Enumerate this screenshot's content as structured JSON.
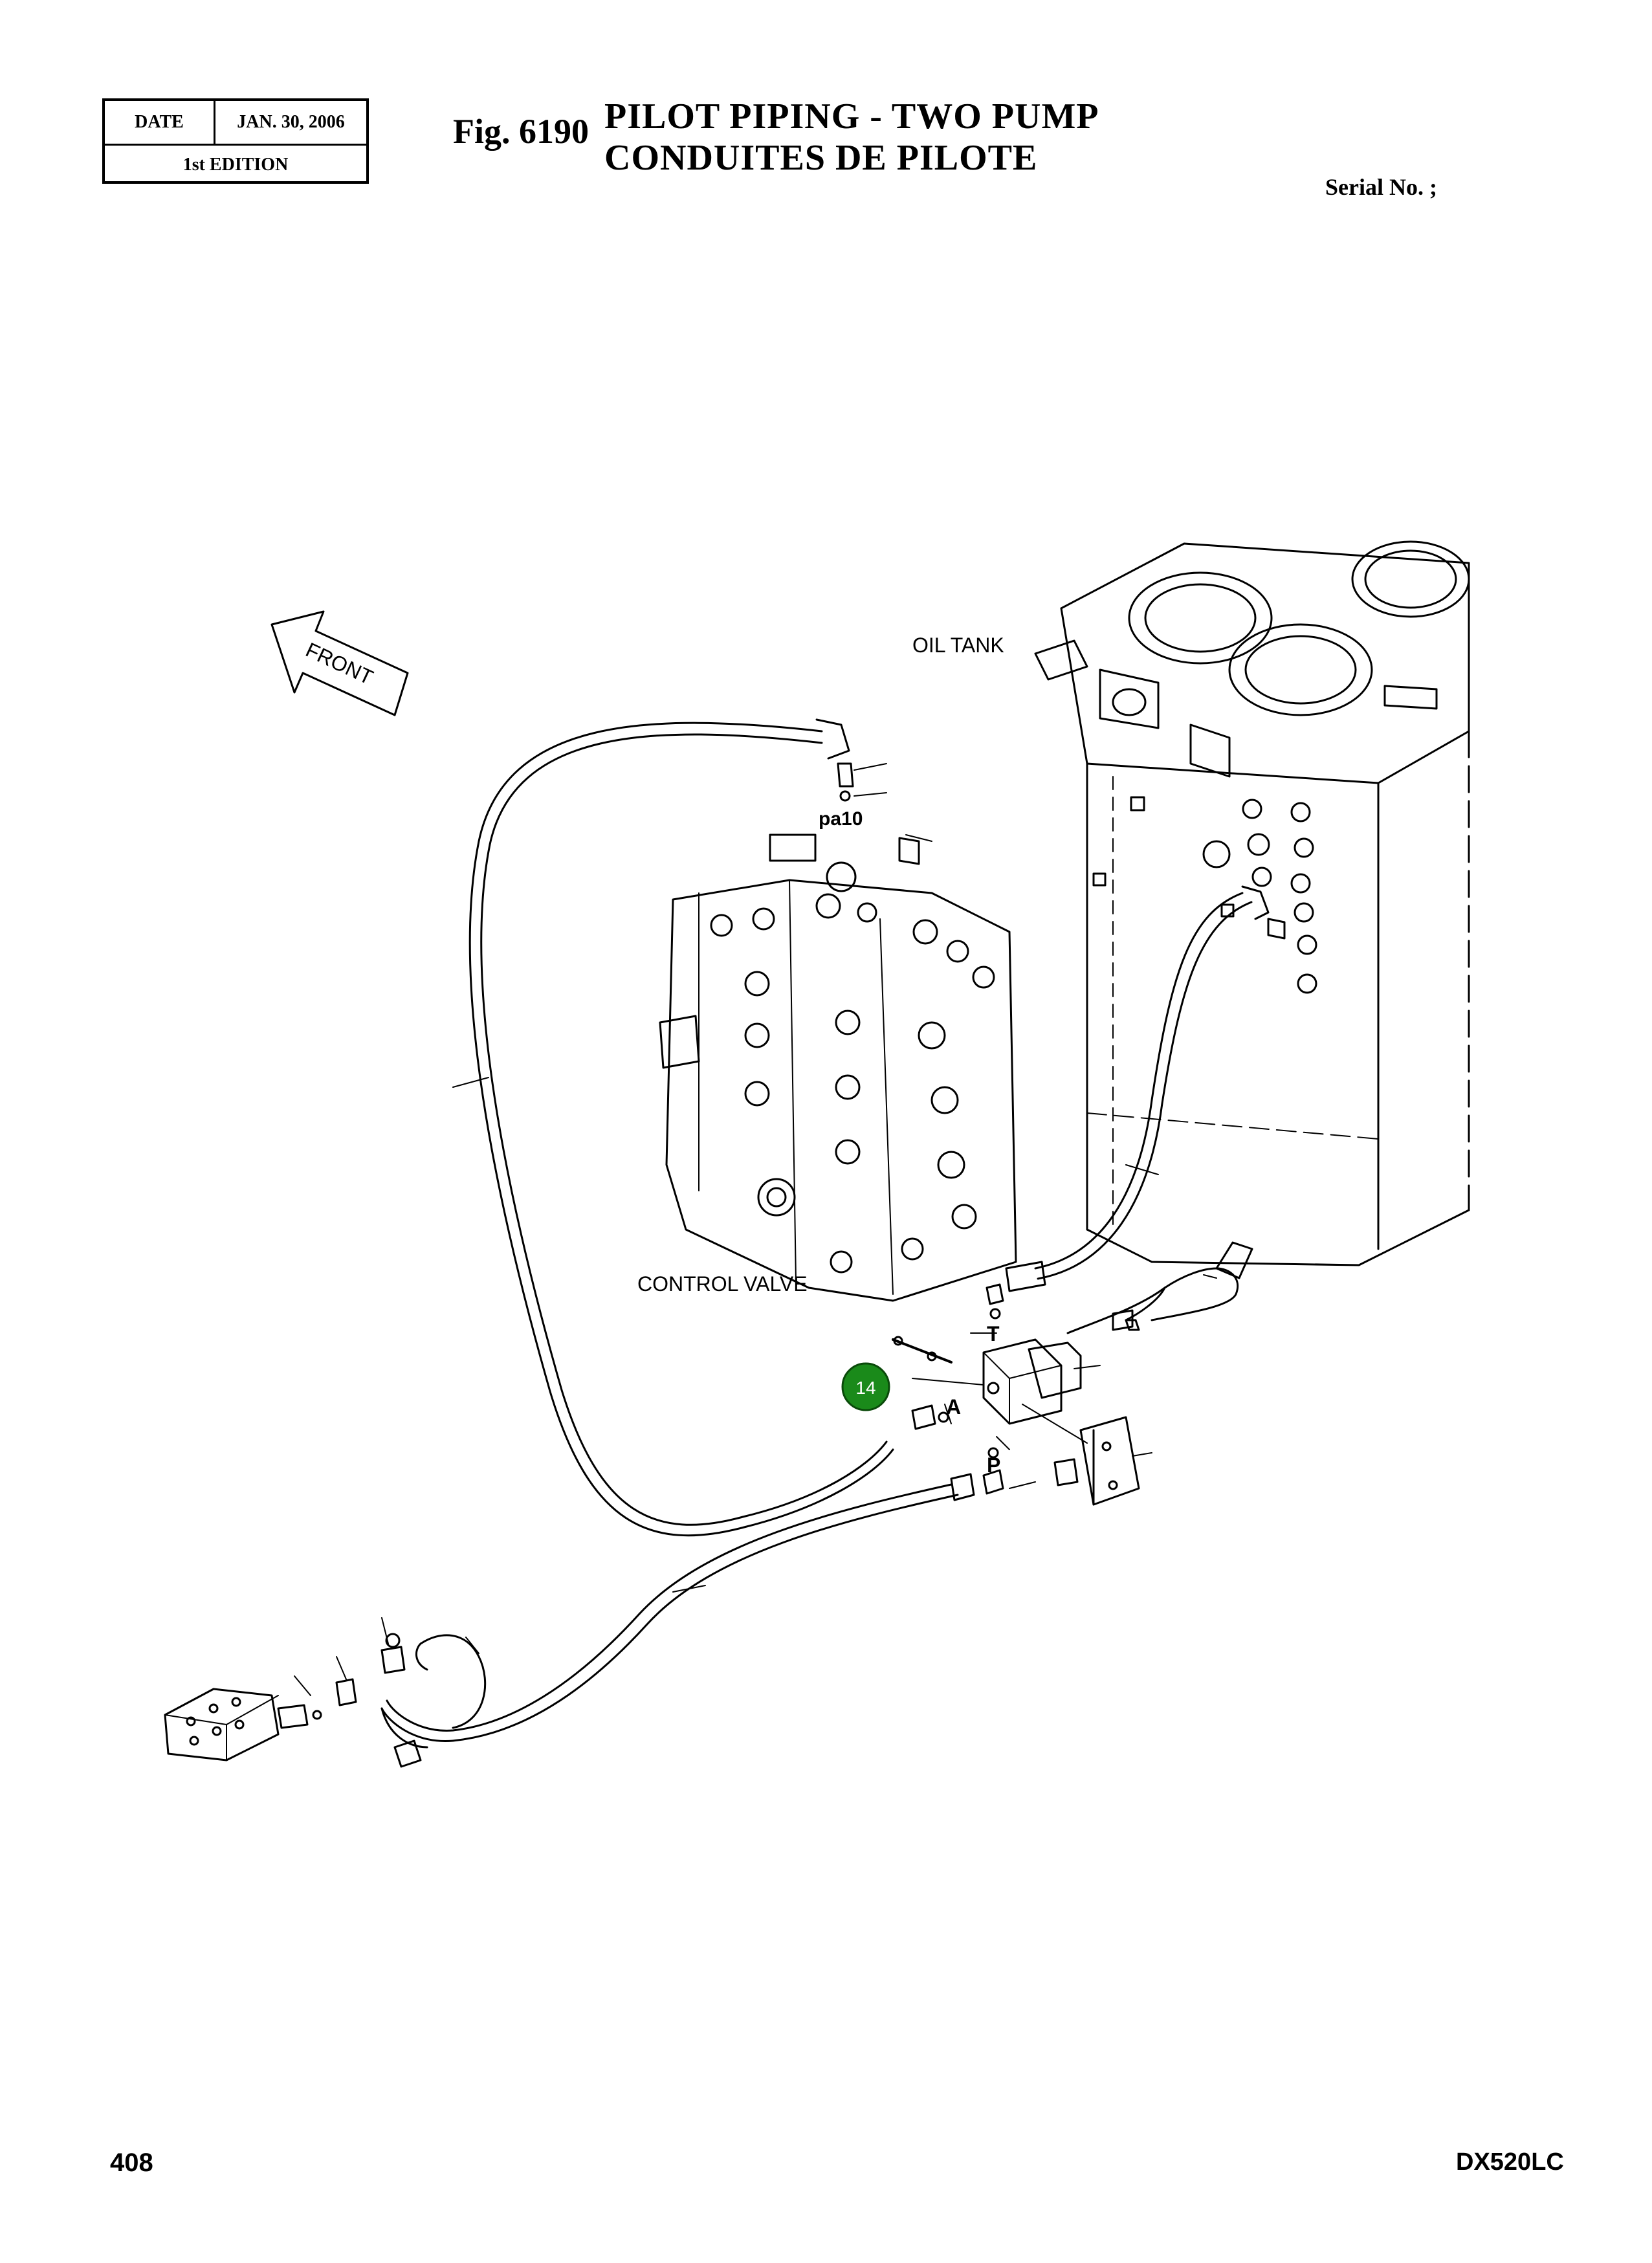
{
  "header": {
    "date_label": "DATE",
    "date_value": "JAN. 30, 2006",
    "edition": "1st EDITION",
    "fig_number": "Fig. 6190",
    "title_en": "PILOT PIPING - TWO PUMP",
    "title_fr": "CONDUITES DE PILOTE",
    "serial_label": "Serial No. ;"
  },
  "diagram": {
    "labels": {
      "oil_tank": "OIL TANK",
      "front": "FRONT",
      "pa10": "pa10",
      "control_valve": "CONTROL VALVE",
      "port_t": "T",
      "port_a": "A",
      "port_p": "P"
    },
    "callouts": [
      {
        "number": "14",
        "color": "#1a8a1a"
      }
    ]
  },
  "footer": {
    "page_number": "408",
    "model": "DX520LC"
  }
}
